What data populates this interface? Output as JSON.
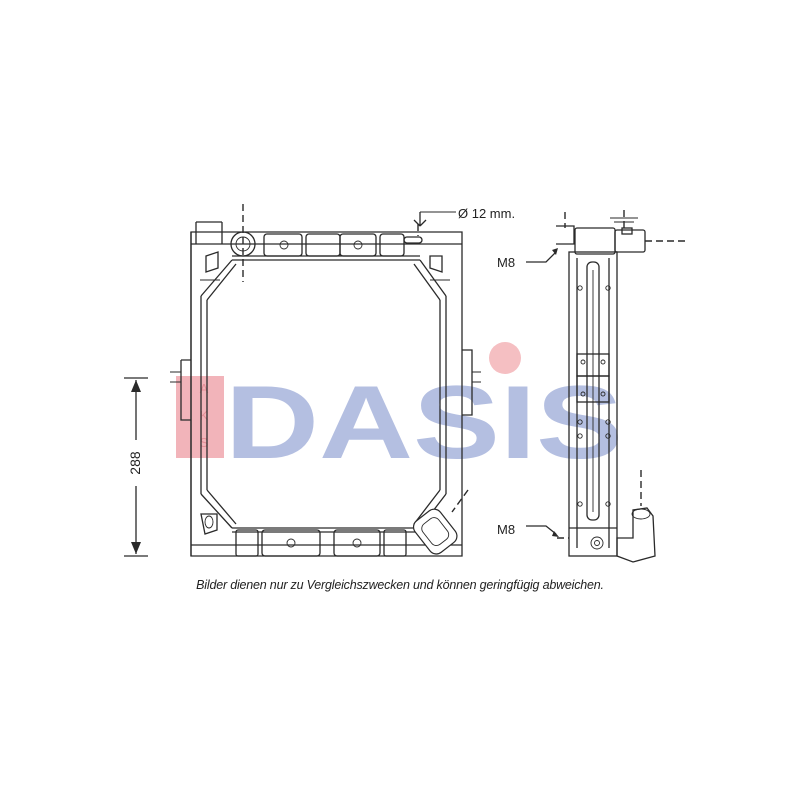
{
  "watermark": {
    "brand_text": "DASIS",
    "logo_letters": [
      "A",
      "K",
      "S"
    ],
    "colors": {
      "blue": "#a8b4dc",
      "red": "#f0a8ae",
      "pink": "#f4b4b8"
    }
  },
  "front_view": {
    "height_dimension": "288",
    "pipe_diameter_label": "Ø 12 mm."
  },
  "side_view": {
    "top_thread_label": "M8",
    "bottom_thread_label": "M8"
  },
  "caption": "Bilder dienen nur zu Vergleichszwecken und können geringfügig abweichen."
}
